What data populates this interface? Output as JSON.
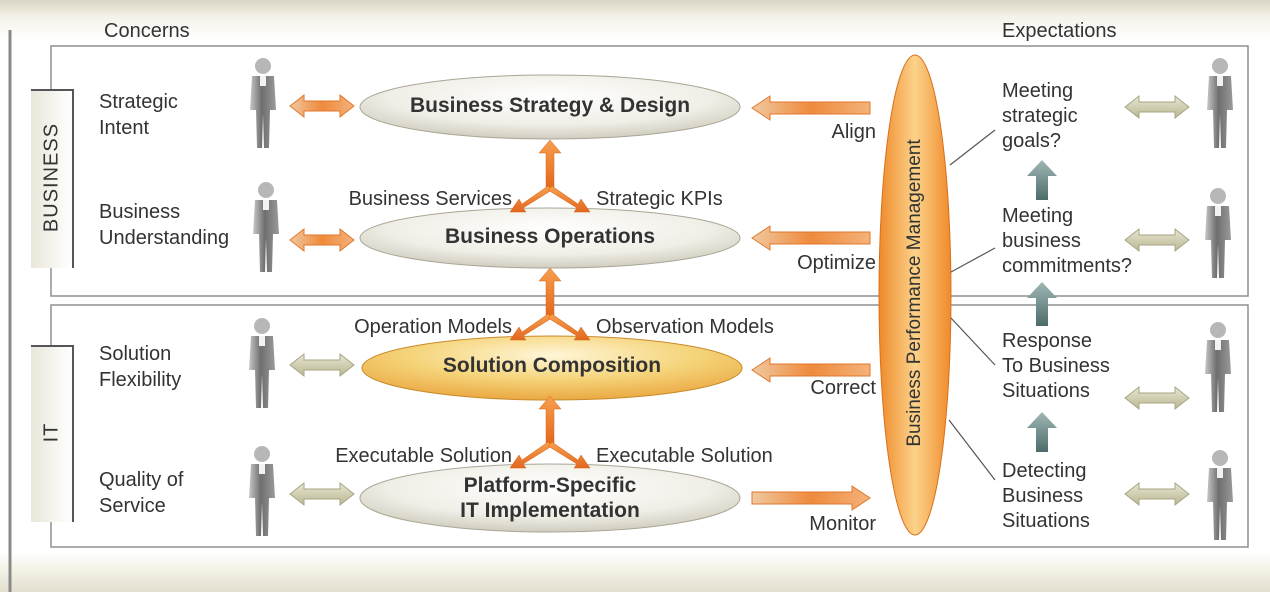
{
  "headers": {
    "concerns": "Concerns",
    "expectations": "Expectations"
  },
  "domains": {
    "business": "BUSINESS",
    "it": "IT"
  },
  "concerns": [
    "Strategic\nIntent",
    "Business\nUnderstanding",
    "Solution\nFlexibility",
    "Quality of\nService"
  ],
  "layers": [
    "Business Strategy & Design",
    "Business Operations",
    "Solution Composition",
    "Platform-Specific\nIT Implementation"
  ],
  "flows": {
    "ops_to_strategy": [
      "Business Services",
      "Strategic KPIs"
    ],
    "composition_to_ops": [
      "Operation Models",
      "Observation Models"
    ],
    "platform_to_composition": [
      "Executable Solution",
      "Executable Solution"
    ]
  },
  "bpm_actions": [
    "Align",
    "Optimize",
    "Correct",
    "Monitor"
  ],
  "bpm_title": "Business Performance Management",
  "expectations": [
    "Meeting\nstrategic\ngoals?",
    "Meeting\nbusiness\ncommitments?",
    "Response\nTo Business\nSituations",
    "Detecting\nBusiness\nSituations"
  ]
}
